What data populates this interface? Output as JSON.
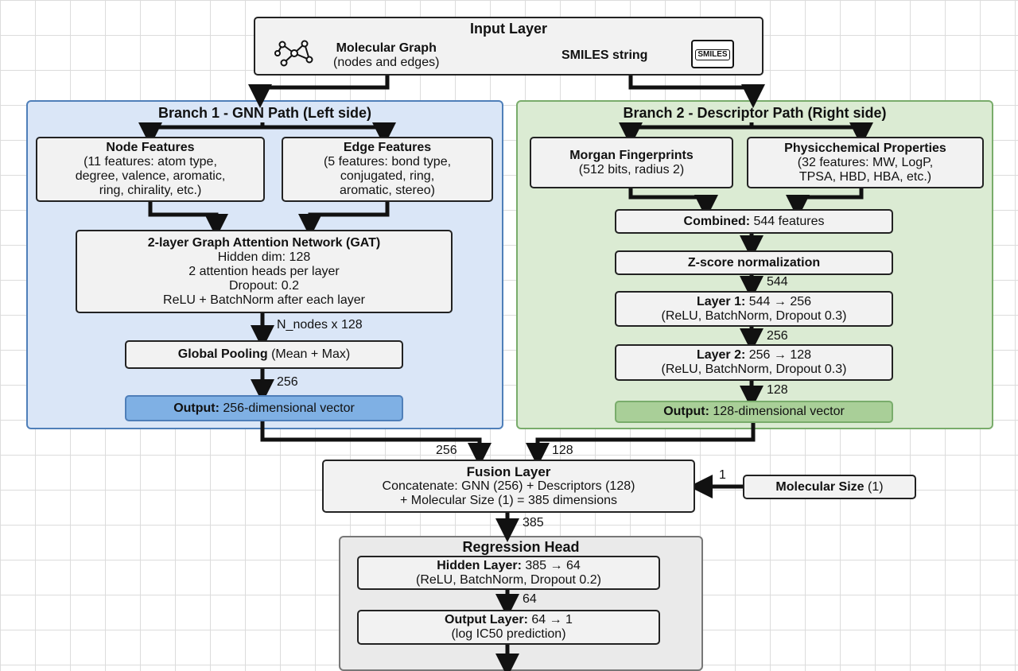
{
  "input": {
    "title": "Input Layer",
    "mol_graph_title": "Molecular Graph",
    "mol_graph_sub": "(nodes and edges)",
    "smiles_label": "SMILES string",
    "smiles_icon_text": "SMILES"
  },
  "branch1": {
    "title": "Branch 1 - GNN Path (Left side)",
    "node_title": "Node Features",
    "node_lines": [
      "(11 features: atom type,",
      "degree, valence, aromatic,",
      "ring, chirality, etc.)"
    ],
    "edge_title": "Edge Features",
    "edge_lines": [
      "(5 features: bond type,",
      "conjugated, ring,",
      "aromatic, stereo)"
    ],
    "gat_title": "2-layer Graph Attention Network (GAT)",
    "gat_lines": [
      "Hidden dim: 128",
      "2 attention heads per layer",
      "Dropout: 0.2",
      "ReLU + BatchNorm after each layer"
    ],
    "nodes_label": "N_nodes x 128",
    "pool_bold": "Global Pooling",
    "pool_rest": " (Mean + Max)",
    "pool_out_label": "256",
    "output_bold": "Output:",
    "output_rest": " 256-dimensional vector"
  },
  "branch2": {
    "title": "Branch 2 - Descriptor Path (Right side)",
    "morgan_title": "Morgan Fingerprints",
    "morgan_sub": "(512 bits, radius 2)",
    "phys_title": "Physicchemical Properties",
    "phys_lines": [
      "(32 features: MW, LogP,",
      "TPSA, HBD, HBA, etc.)"
    ],
    "combined_bold": "Combined:",
    "combined_rest": " 544 features",
    "zscore": "Z-score normalization",
    "label_544": "544",
    "layer1_bold": "Layer 1:",
    "layer1_rest": " 544 → 256",
    "layer1_sub": "(ReLU, BatchNorm, Dropout 0.3)",
    "label_256": "256",
    "layer2_bold": "Layer 2:",
    "layer2_rest": " 256 → 128",
    "layer2_sub": "(ReLU, BatchNorm, Dropout 0.3)",
    "label_128": "128",
    "output_bold": "Output:",
    "output_rest": " 128-dimensional vector"
  },
  "fusion": {
    "in_left": "256",
    "in_right": "128",
    "title": "Fusion Layer",
    "line1": "Concatenate: GNN (256) + Descriptors (128)",
    "line2": "+ Molecular Size (1) = 385 dimensions",
    "size_label": "1",
    "size_bold": "Molecular Size",
    "size_rest": " (1)",
    "out_label": "385"
  },
  "regression": {
    "title": "Regression Head",
    "hidden_bold": "Hidden Layer:",
    "hidden_rest": " 385 → 64",
    "hidden_sub": "(ReLU, BatchNorm, Dropout 0.2)",
    "label_64": "64",
    "out_bold": "Output Layer:",
    "out_rest": " 64 → 1",
    "out_sub": "(log IC50 prediction)"
  },
  "colors": {
    "branch1_bg": "#dae6f7",
    "branch1_border": "#4f7fb9",
    "branch1_output": "#7fb0e4",
    "branch2_bg": "#dbebd3",
    "branch2_border": "#79ac6b",
    "branch2_output": "#a9cf98"
  },
  "icons": [
    "molecule-graph-icon",
    "smiles-file-icon"
  ]
}
